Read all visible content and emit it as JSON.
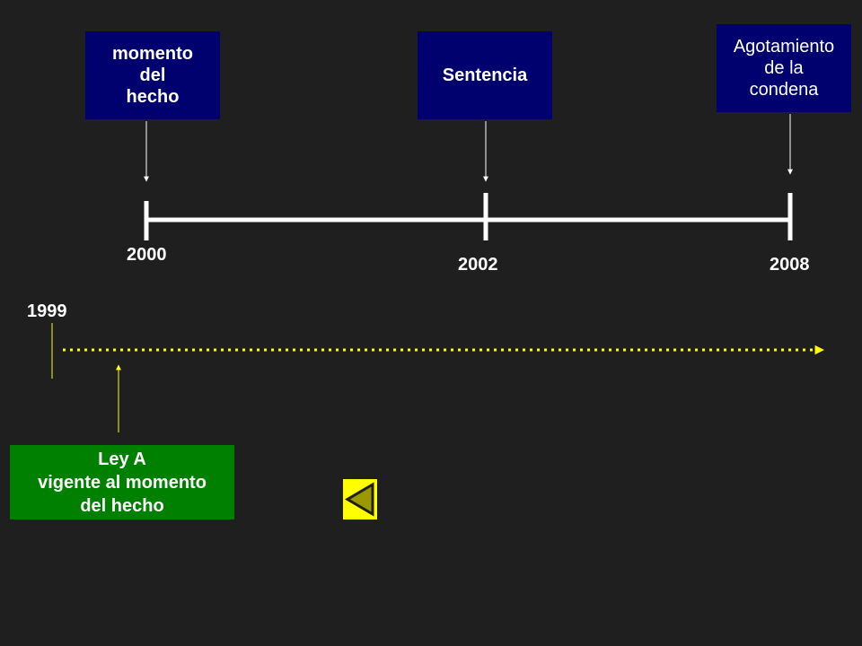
{
  "timeline": {
    "events": [
      {
        "label": "momento\ndel\nhecho",
        "year": "2000"
      },
      {
        "label": "Sentencia",
        "year": "2002"
      },
      {
        "label": "Agotamiento\nde la\ncondena",
        "year": "2008"
      }
    ]
  },
  "law_timeline": {
    "start_year": "1999",
    "law_label": "Ley A\nvigente al momento\ndel hecho"
  },
  "colors": {
    "background": "#1f1f1f",
    "event_box": "#00006e",
    "law_box": "#008000",
    "dotted_line": "#ffff00",
    "timeline_line": "#ffffff",
    "back_button": "#ffff00"
  },
  "controls": {
    "back_button_icon": "triangle-left-icon"
  }
}
